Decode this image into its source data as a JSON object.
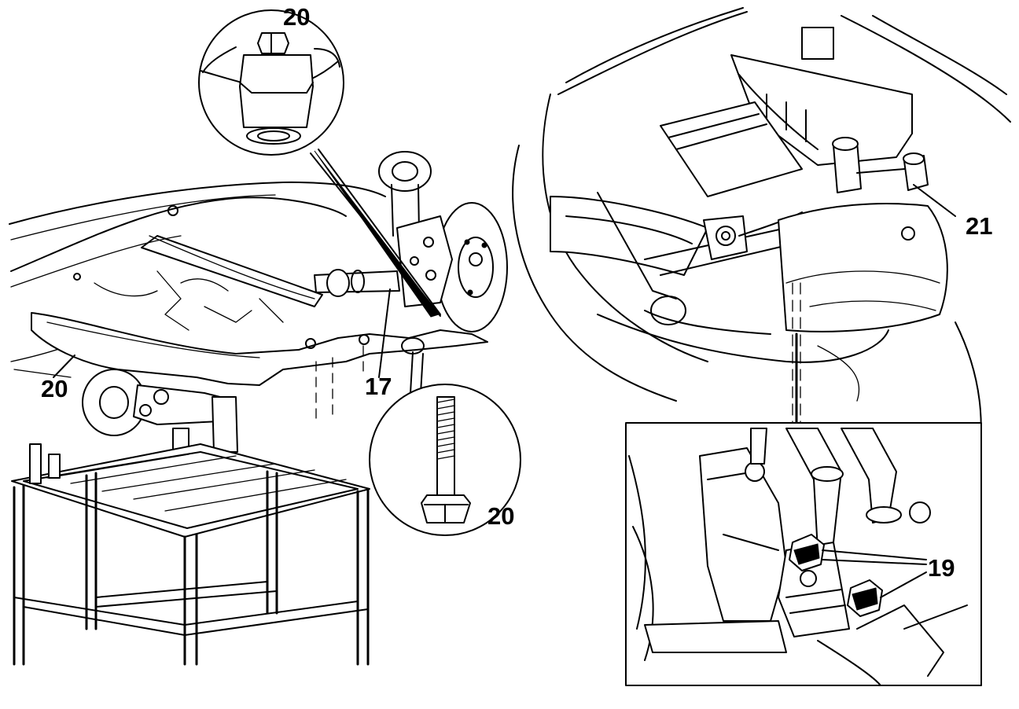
{
  "callouts": {
    "c20_detail_nut": "20",
    "c20_subframe": "20",
    "c17": "17",
    "c20_bolt": "20",
    "c21": "21",
    "c19": "19"
  },
  "colors": {
    "line": "#000000",
    "background": "#ffffff"
  }
}
